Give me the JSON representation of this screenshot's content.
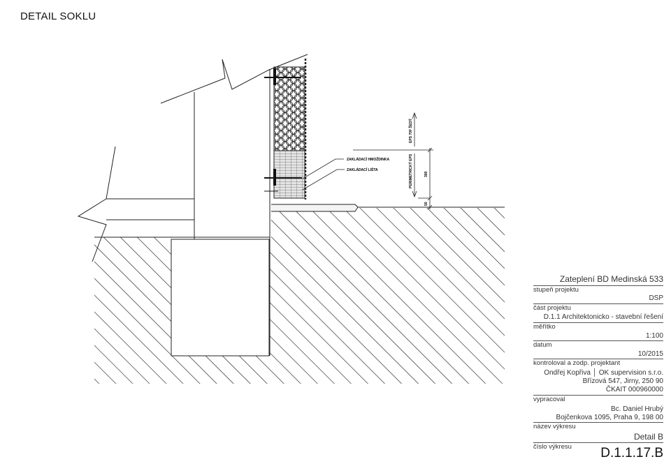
{
  "title": "DETAIL SOKLU",
  "annotations": {
    "anchor": "ZAKLÁDACÍ HMOŽDINKA",
    "rail": "ZAKLÁDACÍ LIŠTA",
    "eps_grey": "EPS 70F ŠEDÝ",
    "perimeter_eps": "PERIMETRICKÝ EPS",
    "dim_300": "300",
    "dim_50": "50"
  },
  "title_block": {
    "project": "Zateplení BD Medinská 533",
    "stage_label": "stupeň projektu",
    "stage": "DSP",
    "part_label": "část projektu",
    "part": "D.1.1 Architektonicko - stavební řešení",
    "scale_label": "měřítko",
    "scale": "1:100",
    "date_label": "datum",
    "date": "10/2015",
    "checked_label": "kontroloval a zodp. projektant",
    "checked_line1": "Ondřej Kopřiva │ OK supervision s.r.o.",
    "checked_line2": "Břízová 547, Jirny, 250 90",
    "checked_line3": "ČKAIT 000960000",
    "drawn_label": "vypracoval",
    "drawn_line1": "Bc. Daniel Hrubý",
    "drawn_line2": "Bojčenkova 1095, Praha 9, 198 00",
    "drawing_name_label": "název výkresu",
    "drawing_name": "Detail B",
    "drawing_number_label": "číslo výkresu",
    "drawing_number": "D.1.1.17.B"
  }
}
